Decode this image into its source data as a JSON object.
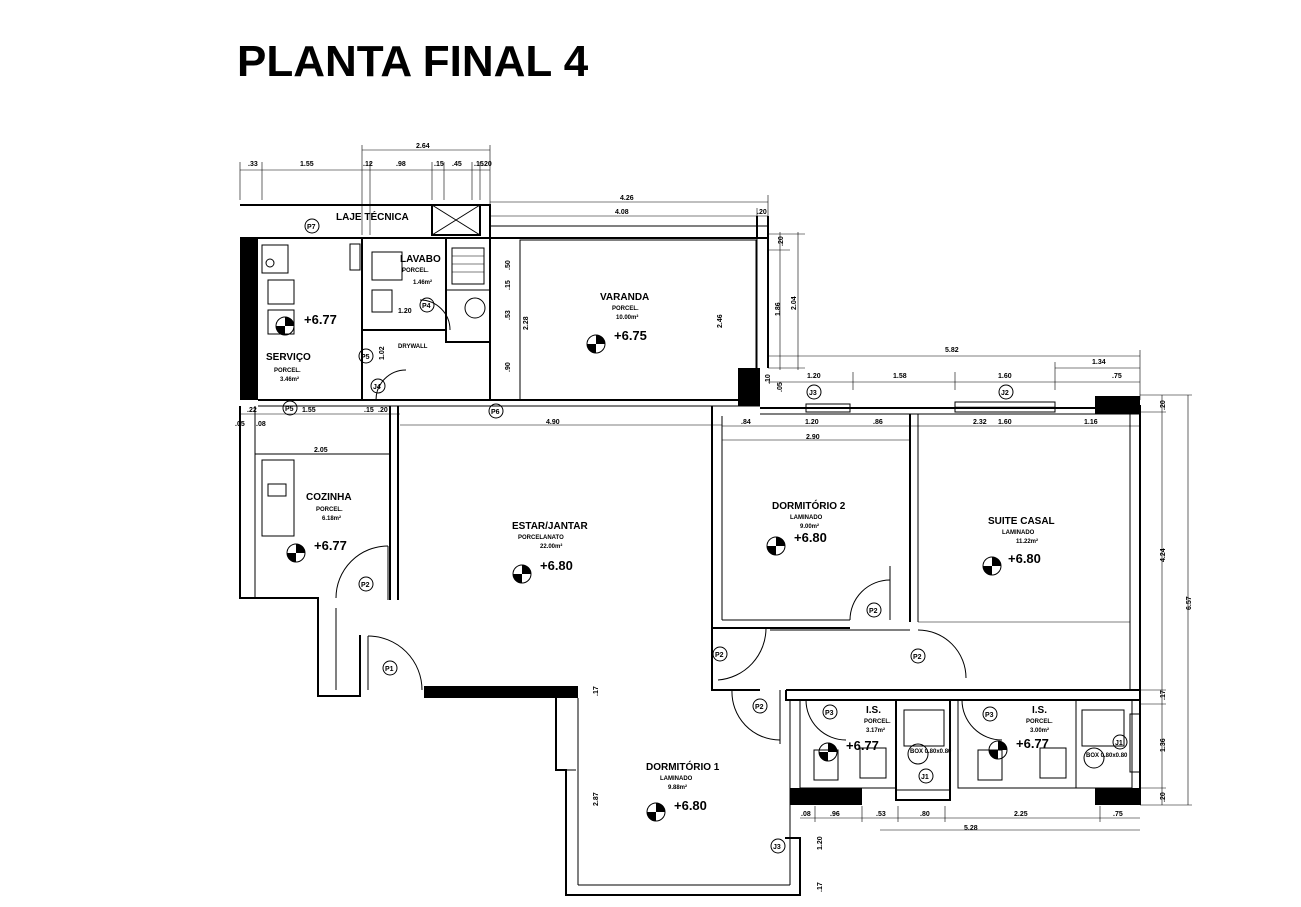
{
  "title": "PLANTA FINAL 4",
  "rooms": [
    {
      "name": "LAJE TÉCNICA"
    },
    {
      "name": "LAVABO",
      "finish": "PORCEL.",
      "area": "1.46m²"
    },
    {
      "name": "VARANDA",
      "finish": "PORCEL.",
      "area": "10.00m²",
      "level": "+6.75"
    },
    {
      "name": "SERVIÇO",
      "finish": "PORCEL.",
      "area": "3.46m²",
      "level": "+6.77"
    },
    {
      "name": "COZINHA",
      "finish": "PORCEL.",
      "area": "6.18m²",
      "level": "+6.77"
    },
    {
      "name": "ESTAR/JANTAR",
      "finish": "PORCELANATO",
      "area": "22.00m²",
      "level": "+6.80"
    },
    {
      "name": "DORMITÓRIO 2",
      "finish": "LAMINADO",
      "area": "9.00m²",
      "level": "+6.80"
    },
    {
      "name": "SUITE CASAL",
      "finish": "LAMINADO",
      "area": "11.22m²",
      "level": "+6.80"
    },
    {
      "name": "I.S.",
      "finish": "PORCEL.",
      "area": "3.17m²",
      "level": "+6.77"
    },
    {
      "name": "I.S.",
      "finish": "PORCEL.",
      "area": "3.00m²",
      "level": "+6.77"
    },
    {
      "name": "DORMITÓRIO 1",
      "finish": "LAMINADO",
      "area": "9.88m²",
      "level": "+6.80"
    }
  ],
  "notes": {
    "drywall": "DRYWALL"
  },
  "door_tags": {
    "p1": "P1",
    "p2": "P2",
    "p3": "P3",
    "p4": "P4",
    "p5": "P5",
    "p6": "P6",
    "p7": "P7"
  },
  "window_tags": {
    "j1": "J1",
    "j2": "J2",
    "j3": "J3",
    "j4": "J4"
  },
  "shower_label": "BOX\n0.80x0.80",
  "dimensions": {
    "top_row": [
      ".33",
      "1.55",
      ".12",
      ".98",
      ".15",
      ".45",
      ".15",
      ".20"
    ],
    "top_total": "2.64",
    "varanda_outer": "4.26",
    "varanda_inner": "4.08",
    "varanda_r1": ".20",
    "varanda_r2": "1.86",
    "varanda_r3": "2.04",
    "varanda_depth": "2.46",
    "lav_50": ".50",
    "lav_15": ".15",
    "lav_53": ".53",
    "lav_228": "2.28",
    "lav_90": ".90",
    "lav_120": "1.20",
    "serv_102": "1.02",
    "right_total": "5.82",
    "right_134": "1.34",
    "right_row": [
      "1.20",
      "1.58",
      "1.60",
      ".75"
    ],
    "r_10": ".10",
    "r_05": ".05",
    "mid_row": [
      ".84",
      "1.20",
      ".86",
      "2.32",
      "1.60",
      "1.16"
    ],
    "mid_290": "2.90",
    "mid_490": "4.90",
    "left_row": [
      ".22",
      ".05",
      ".08",
      "1.55",
      ".15",
      ".20"
    ],
    "cozinha_205": "2.05",
    "right_side": [
      ".20",
      "4.24",
      "6.57",
      ".17",
      "1.36",
      ".20"
    ],
    "bottom_row": [
      ".08",
      ".96",
      ".53",
      ".80",
      "2.25",
      ".75"
    ],
    "bottom_528": "5.28",
    "d1_287": "2.87",
    "d1_120": "1.20",
    "d1_17": ".17",
    "d1_top17": ".17"
  }
}
